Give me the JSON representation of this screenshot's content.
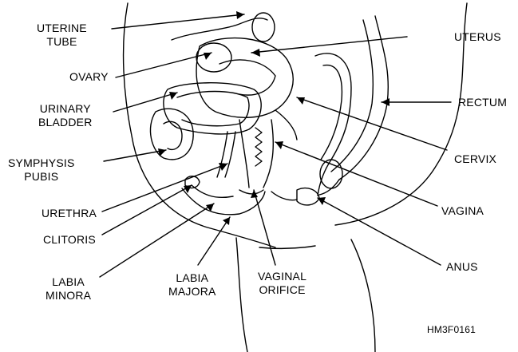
{
  "labels": {
    "uterine_tube": [
      "UTERINE",
      "TUBE"
    ],
    "ovary": "OVARY",
    "urinary_bladder": [
      "URINARY",
      "BLADDER"
    ],
    "symphysis_pubis": [
      "SYMPHYSIS",
      "PUBIS"
    ],
    "urethra": "URETHRA",
    "clitoris": "CLITORIS",
    "labia_minora": [
      "LABIA",
      "MINORA"
    ],
    "labia_majora": [
      "LABIA",
      "MAJORA"
    ],
    "vaginal_orifice": [
      "VAGINAL",
      "ORIFICE"
    ],
    "uterus": "UTERUS",
    "rectum": "RECTUM",
    "cervix": "CERVIX",
    "vagina": "VAGINA",
    "anus": "ANUS"
  },
  "figure_code": "HM3F0161",
  "colors": {
    "ink": "#000000",
    "background": "#ffffff"
  }
}
